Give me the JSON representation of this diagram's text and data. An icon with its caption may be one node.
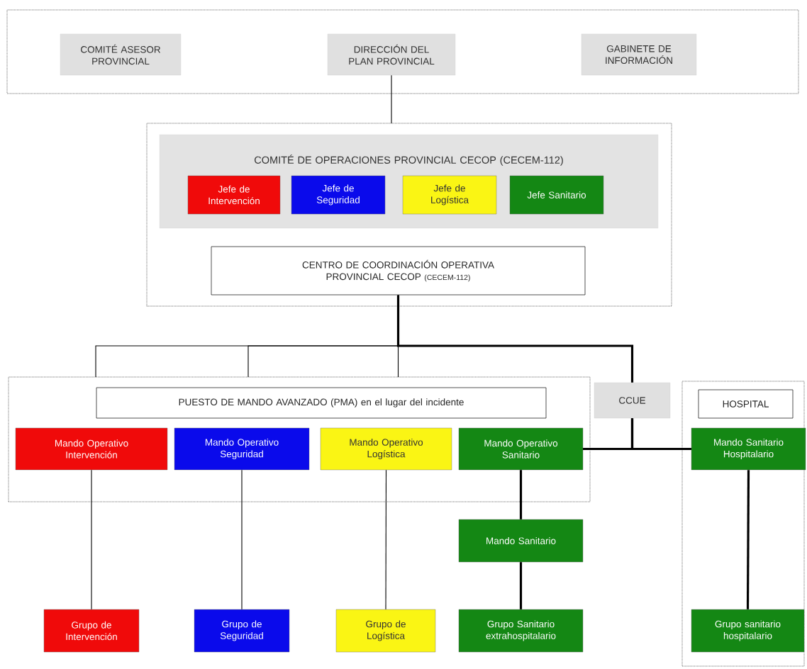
{
  "diagram": {
    "nodes": [
      {
        "text": [],
        "shape": "box"
      },
      {
        "text": [
          "COMITÉ ASESOR PROVINCIAL"
        ],
        "in": 0
      },
      {
        "text": [
          "DIRECCIÓN DEL PLAN PROVINCIAL"
        ],
        "in": 0
      },
      {
        "text": [
          "GABINETE DE INFORMACIÓN"
        ],
        "in": 0
      },
      {
        "text": [],
        "shape": "box"
      },
      {
        "text": [
          "COMITÉ DE OPERACIONES PROVINCIAL CECOP (CECEM-112)"
        ],
        "in": 4
      },
      {
        "text": [
          "Jefe de Intervención"
        ],
        "in": 5
      },
      {
        "text": [
          "Jefe de Seguridad"
        ],
        "in": 5
      },
      {
        "text": [
          "Jefe de Logística"
        ],
        "in": 5
      },
      {
        "text": [
          "Jefe Sanitario"
        ],
        "in": 5
      },
      {
        "text": [
          "CENTRO DE COORDINACIÓN OPERATIVA PROVINCIAL CECOP",
          "(CECEM-112)"
        ],
        "in": 4
      },
      {
        "text": [],
        "shape": "box"
      },
      {
        "text": [
          "PUESTO DE MANDO AVANZADO (PMA) en el lugar del incidente"
        ],
        "in": 11
      },
      {
        "text": [
          "Mando Operativo Intervención"
        ],
        "in": 11
      },
      {
        "text": [
          "Mando Operativo Seguridad"
        ],
        "in": 11
      },
      {
        "text": [
          "Mando Operativo Logística"
        ],
        "in": 11
      },
      {
        "text": [
          "Mando Operativo Sanitario"
        ],
        "in": 11
      },
      {
        "text": [
          "CCUE"
        ]
      },
      {
        "text": [],
        "shape": "box"
      },
      {
        "text": [
          "HOSPITAL"
        ],
        "in": 18
      },
      {
        "text": [
          "Mando Sanitario Hospitalario"
        ],
        "in": 18
      },
      {
        "text": [
          "Mando Sanitario"
        ]
      },
      {
        "text": [
          "Grupo de Intervención"
        ]
      },
      {
        "text": [
          "Grupo de Seguridad"
        ]
      },
      {
        "text": [
          "Grupo de Logística"
        ]
      },
      {
        "text": [
          "Grupo Sanitario extrahospitalario"
        ]
      },
      {
        "text": [
          "Grupo sanitario hospitalario"
        ],
        "in": 18
      }
    ],
    "edges": [
      {
        "from": 2,
        "to": 4,
        "arrow": "none"
      },
      {
        "from": 10,
        "to": 11,
        "arrow": "none"
      },
      {
        "from": 10,
        "to": 11,
        "arrow": "none"
      },
      {
        "from": 10,
        "to": 11,
        "arrow": "none"
      },
      {
        "from": 10,
        "to": 17,
        "arrow": "none",
        "style": "thick"
      },
      {
        "from": 16,
        "to": 20,
        "arrow": "none",
        "style": "thick"
      },
      {
        "from": 17,
        "to": 16,
        "arrow": "none",
        "style": "thick"
      },
      {
        "from": 17,
        "to": 20,
        "arrow": "none",
        "style": "thick"
      },
      {
        "from": 16,
        "to": 21,
        "arrow": "none",
        "style": "thick"
      },
      {
        "from": 21,
        "to": 25,
        "arrow": "none",
        "style": "thick"
      },
      {
        "from": 20,
        "to": 26,
        "arrow": "none",
        "style": "thick"
      },
      {
        "from": 13,
        "to": 22,
        "arrow": "none"
      },
      {
        "from": 14,
        "to": 23,
        "arrow": "none"
      },
      {
        "from": 15,
        "to": 24,
        "arrow": "none"
      }
    ]
  }
}
